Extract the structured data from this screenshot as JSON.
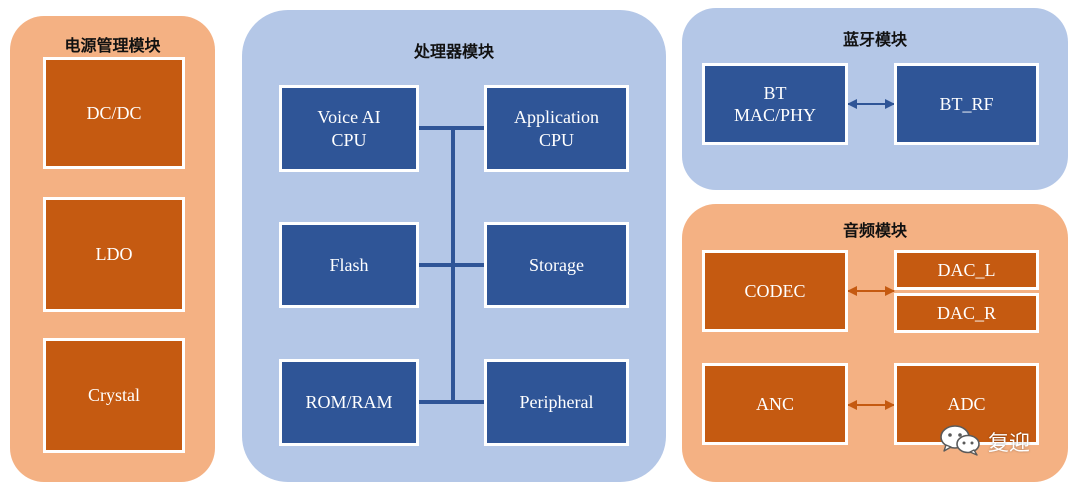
{
  "power_module": {
    "title": "电源管理模块",
    "blocks": [
      "DC/DC",
      "LDO",
      "Crystal"
    ]
  },
  "processor_module": {
    "title": "处理器模块",
    "voice_ai_cpu": "Voice AI\nCPU",
    "application_cpu": "Application\nCPU",
    "flash": "Flash",
    "storage": "Storage",
    "rom_ram": "ROM/RAM",
    "peripheral": "Peripheral"
  },
  "bluetooth_module": {
    "title": "蓝牙模块",
    "bt_mac_phy": "BT\nMAC/PHY",
    "bt_rf": "BT_RF"
  },
  "audio_module": {
    "title": "音频模块",
    "codec": "CODEC",
    "dac_l": "DAC_L",
    "dac_r": "DAC_R",
    "anc": "ANC",
    "adc": "ADC"
  },
  "watermark": {
    "text": "复迎",
    "icon": "wechat-icon"
  },
  "colors": {
    "orange_panel": "#f4b183",
    "orange_block": "#c55a11",
    "blue_panel": "#b4c7e7",
    "blue_block": "#2f5597",
    "bt_connector": "#2f5597",
    "audio_connector": "#c55a11"
  }
}
